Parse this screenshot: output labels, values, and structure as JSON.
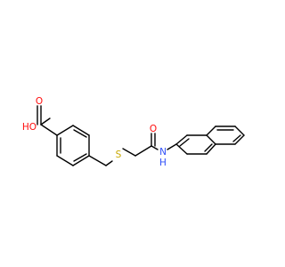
{
  "structure": {
    "atoms": {
      "carboxyl_oxygen_hydroxyl": {
        "text": "HO",
        "color": "#ff0d0d"
      },
      "carboxyl_oxygen_carbonyl": {
        "text": "O",
        "color": "#ff0d0d"
      },
      "thioether_sulfur": {
        "text": "S",
        "color": "#c8a800"
      },
      "amide_oxygen": {
        "text": "O",
        "color": "#ff0d0d"
      },
      "amide_nitrogen": {
        "text": "N",
        "color": "#3050f8"
      },
      "amide_hydrogen": {
        "text": "H",
        "color": "#3050f8"
      }
    }
  }
}
